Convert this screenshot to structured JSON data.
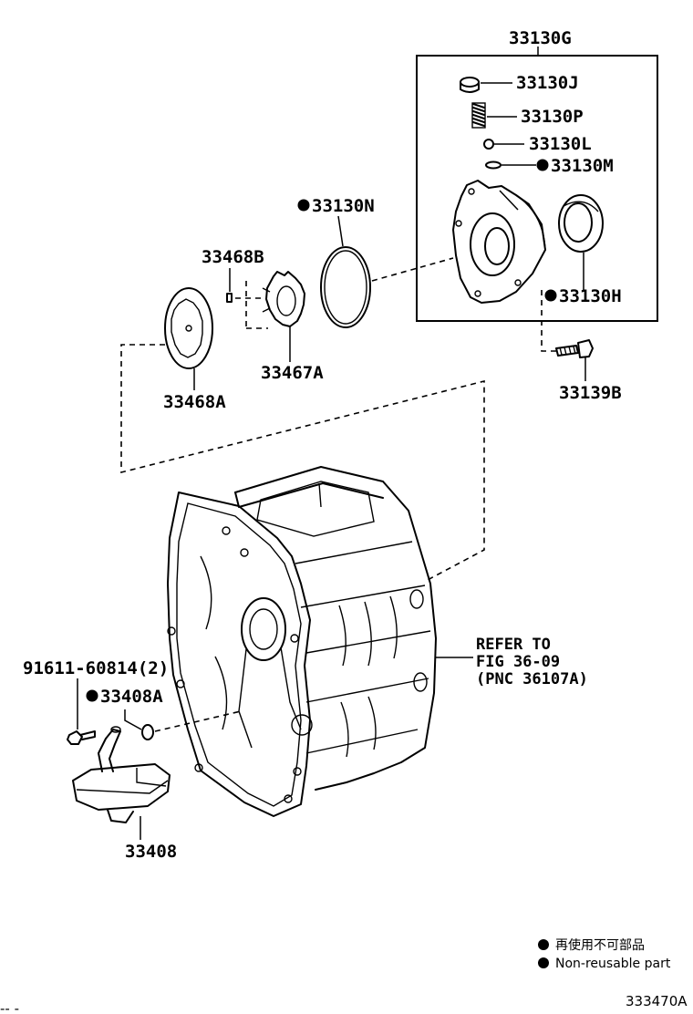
{
  "callouts": [
    {
      "id": "33130G",
      "label": "33130G",
      "nonreusable": false
    },
    {
      "id": "33130J",
      "label": "33130J",
      "nonreusable": false
    },
    {
      "id": "33130P",
      "label": "33130P",
      "nonreusable": false
    },
    {
      "id": "33130L",
      "label": "33130L",
      "nonreusable": false
    },
    {
      "id": "33130M",
      "label": "33130M",
      "nonreusable": true
    },
    {
      "id": "33130N",
      "label": "33130N",
      "nonreusable": true
    },
    {
      "id": "33130H",
      "label": "33130H",
      "nonreusable": true
    },
    {
      "id": "33468B",
      "label": "33468B",
      "nonreusable": false
    },
    {
      "id": "33467A",
      "label": "33467A",
      "nonreusable": false
    },
    {
      "id": "33468A",
      "label": "33468A",
      "nonreusable": false
    },
    {
      "id": "33139B",
      "label": "33139B",
      "nonreusable": false
    },
    {
      "id": "91611",
      "label": "91611-60814(2)",
      "nonreusable": false
    },
    {
      "id": "33408A",
      "label": "33408A",
      "nonreusable": true
    },
    {
      "id": "33408",
      "label": "33408",
      "nonreusable": false
    }
  ],
  "refer": {
    "line1": "REFER TO",
    "line2": "FIG 36-09",
    "line3": "(PNC 36107A)"
  },
  "legend": {
    "japanese": "再使用不可部品",
    "english": "Non-reusable part"
  },
  "figure_code": "333470A",
  "bottom_mark": "-- -"
}
